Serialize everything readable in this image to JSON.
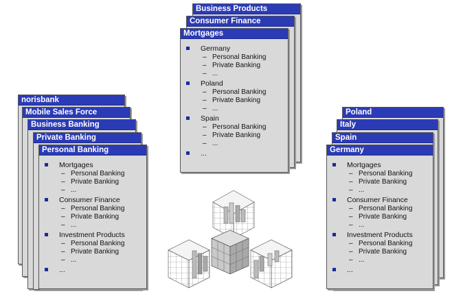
{
  "left_stack": {
    "cards": [
      "norisbank",
      "Mobile Sales Force",
      "Business Banking",
      "Private Banking",
      "Personal Banking"
    ],
    "items": [
      {
        "label": "Mortgages",
        "subs": [
          "Personal Banking",
          "Private Banking",
          "..."
        ]
      },
      {
        "label": "Consumer Finance",
        "subs": [
          "Personal Banking",
          "Private Banking",
          "..."
        ]
      },
      {
        "label": "Investment Products",
        "subs": [
          "Personal Banking",
          "Private Banking",
          "..."
        ]
      },
      {
        "label": "...",
        "subs": []
      }
    ]
  },
  "center_stack": {
    "cards": [
      "Business Products",
      "Consumer Finance",
      "Mortgages"
    ],
    "items": [
      {
        "label": "Germany",
        "subs": [
          "Personal Banking",
          "Private Banking",
          "..."
        ]
      },
      {
        "label": "Poland",
        "subs": [
          "Personal Banking",
          "Private Banking",
          "..."
        ]
      },
      {
        "label": "Spain",
        "subs": [
          "Personal Banking",
          "Private Banking",
          "..."
        ]
      },
      {
        "label": "...",
        "subs": []
      }
    ]
  },
  "right_stack": {
    "cards": [
      "Poland",
      "Italy",
      "Spain",
      "Germany"
    ],
    "items": [
      {
        "label": "Mortgages",
        "subs": [
          "Personal Banking",
          "Private Banking",
          "..."
        ]
      },
      {
        "label": "Consumer Finance",
        "subs": [
          "Personal Banking",
          "Private Banking",
          "..."
        ]
      },
      {
        "label": "Investment Products",
        "subs": [
          "Personal Banking",
          "Private Banking",
          "..."
        ]
      },
      {
        "label": "...",
        "subs": []
      }
    ]
  },
  "dash": "–",
  "colors": {
    "header": "#2b3bb5",
    "card": "#d9d9d9",
    "bullet": "#1c2a9a"
  }
}
